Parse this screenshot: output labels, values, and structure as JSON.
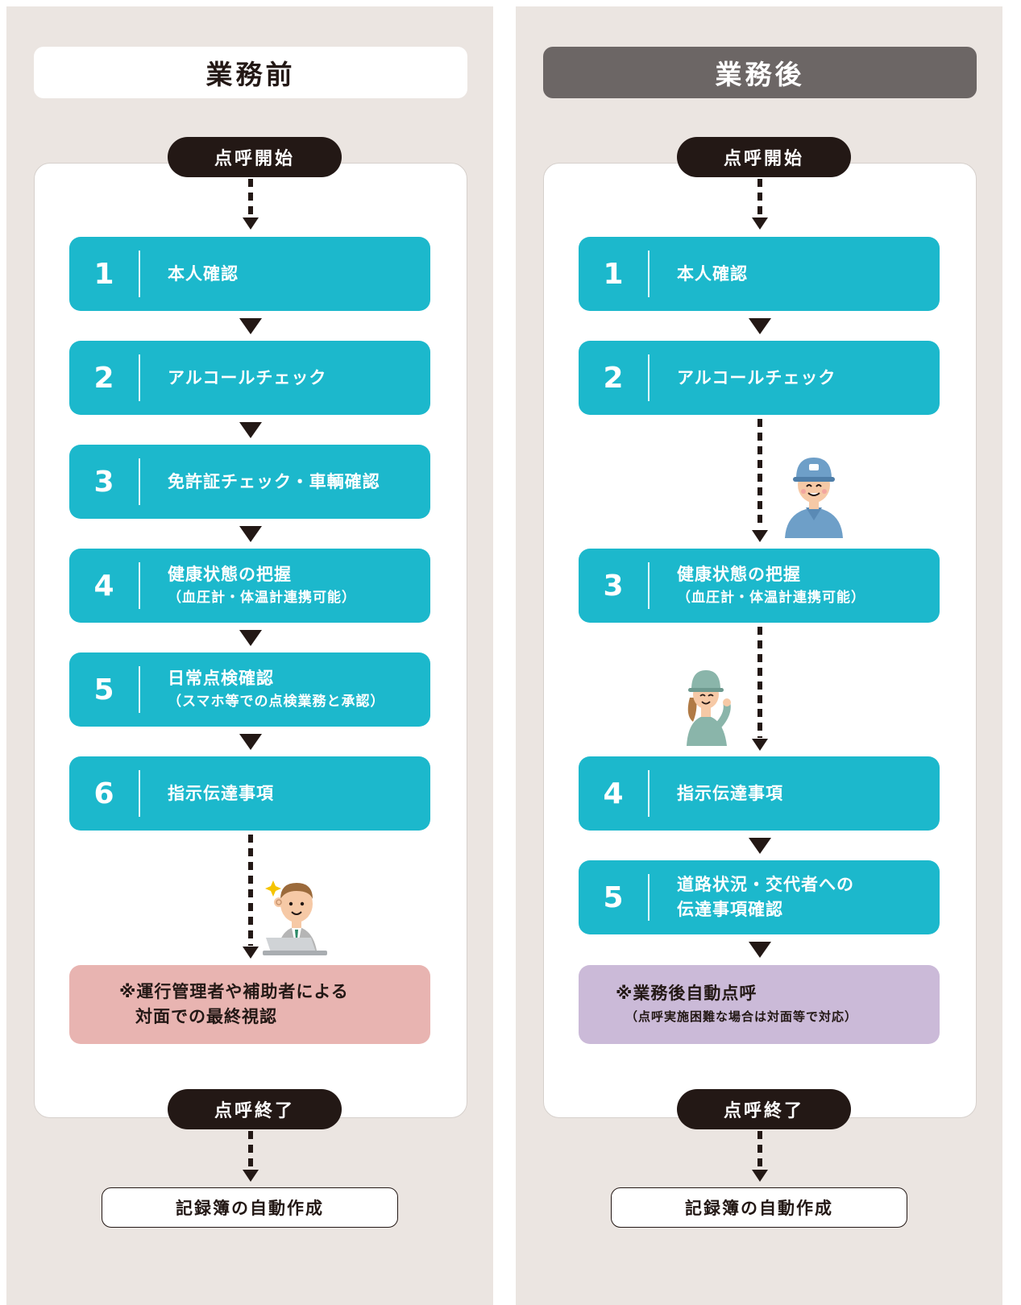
{
  "colors": {
    "panel_bg": "#ebe5e1",
    "step": "#1cb8cc",
    "dark": "#231815",
    "header_after_bg": "#6c6665",
    "note_before_bg": "#e8b4b1",
    "note_after_bg": "#cbbad8"
  },
  "before": {
    "title": "業務前",
    "start": "点呼開始",
    "steps": [
      {
        "num": "1",
        "label": "本人確認",
        "sub": ""
      },
      {
        "num": "2",
        "label": "アルコールチェック",
        "sub": ""
      },
      {
        "num": "3",
        "label": "免許証チェック・車輌確認",
        "sub": ""
      },
      {
        "num": "4",
        "label": "健康状態の把握",
        "sub": "（血圧計・体温計連携可能）"
      },
      {
        "num": "5",
        "label": "日常点検確認",
        "sub": "（スマホ等での点検業務と承認）"
      },
      {
        "num": "6",
        "label": "指示伝達事項",
        "sub": ""
      }
    ],
    "note_line1": "※運行管理者や補助者による",
    "note_line2": "対面での最終視認",
    "end": "点呼終了",
    "record": "記録簿の自動作成",
    "illustration": "manager-at-laptop-icon"
  },
  "after": {
    "title": "業務後",
    "start": "点呼開始",
    "steps": [
      {
        "num": "1",
        "label": "本人確認",
        "sub": ""
      },
      {
        "num": "2",
        "label": "アルコールチェック",
        "sub": ""
      },
      {
        "num": "3",
        "label": "健康状態の把握",
        "sub": "（血圧計・体温計連携可能）"
      },
      {
        "num": "4",
        "label": "指示伝達事項",
        "sub": ""
      },
      {
        "num": "5",
        "label": "道路状況・交代者への",
        "sub": "伝達事項確認"
      }
    ],
    "note_line1": "※業務後自動点呼",
    "note_line2": "（点呼実施困難な場合は対面等で対応）",
    "end": "点呼終了",
    "record": "記録簿の自動作成",
    "illustrations": [
      "male-worker-cap-icon",
      "female-worker-cap-icon"
    ]
  }
}
